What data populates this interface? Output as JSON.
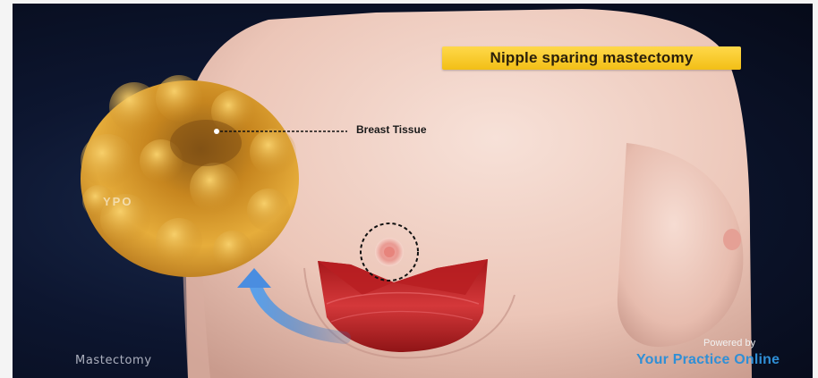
{
  "title": "Nipple sparing mastectomy",
  "label_breast_tissue": "Breast Tissue",
  "watermark": "YPO",
  "caption": "Mastectomy",
  "powered_by": "Powered by",
  "brand": "Your Practice Online",
  "colors": {
    "banner": "#f4c51b",
    "arrow": "#3d7fd1",
    "tissue": "#e0a53a",
    "incision": "#c7262a",
    "skin": "#f1d2c8",
    "brand_text": "#2f8fd6"
  }
}
